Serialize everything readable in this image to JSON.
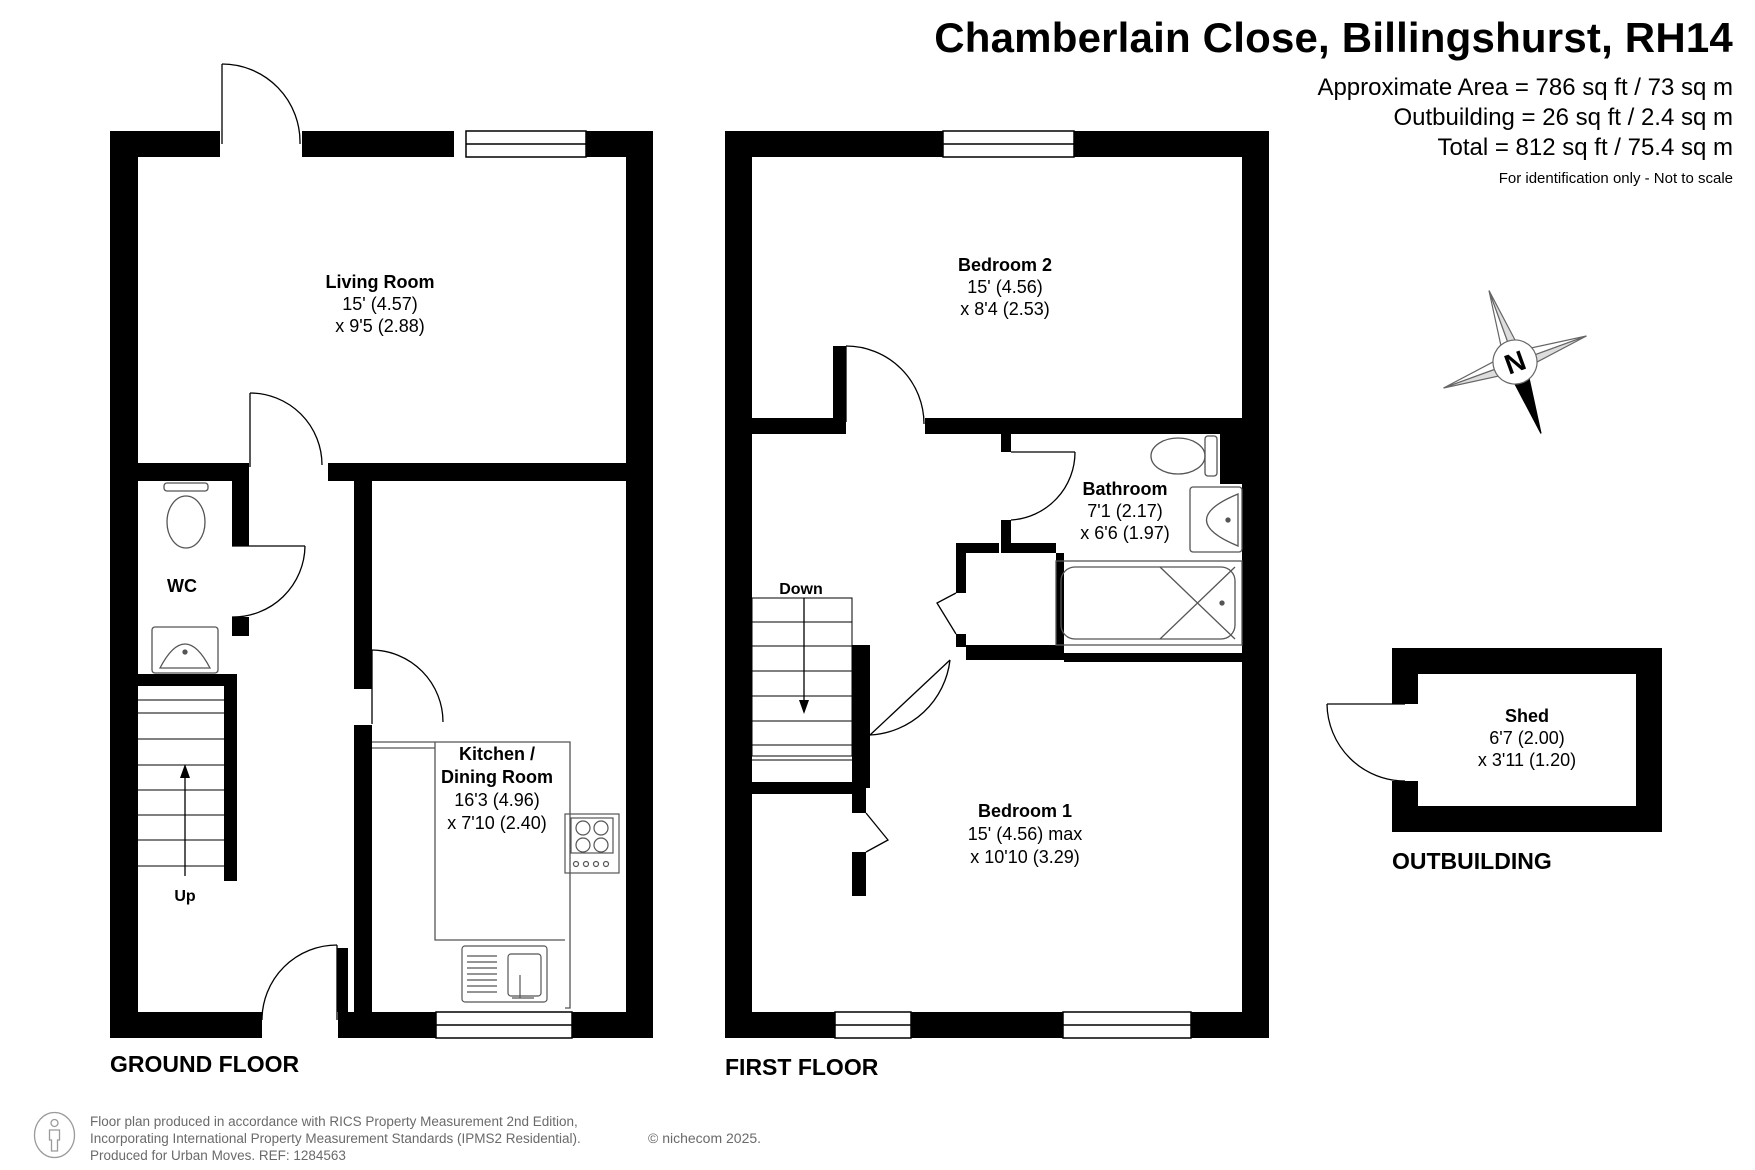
{
  "header": {
    "title": "Chamberlain Close, Billingshurst, RH14",
    "area_approx": "Approximate Area = 786 sq ft / 73 sq m",
    "area_outbuilding": "Outbuilding = 26 sq ft / 2.4 sq m",
    "area_total": "Total = 812 sq ft / 75.4 sq m",
    "disclaimer": "For identification only - Not to scale"
  },
  "floors": {
    "ground": "GROUND FLOOR",
    "first": "FIRST FLOOR",
    "outbuilding": "OUTBUILDING"
  },
  "rooms": {
    "living": {
      "name": "Living Room",
      "dim1": "15' (4.57)",
      "dim2": "x 9'5 (2.88)"
    },
    "wc": {
      "name": "WC"
    },
    "kitchen": {
      "name1": "Kitchen /",
      "name2": "Dining Room",
      "dim1": "16'3 (4.96)",
      "dim2": "x 7'10 (2.40)"
    },
    "bedroom2": {
      "name": "Bedroom 2",
      "dim1": "15' (4.56)",
      "dim2": "x 8'4 (2.53)"
    },
    "bathroom": {
      "name": "Bathroom",
      "dim1": "7'1 (2.17)",
      "dim2": "x 6'6 (1.97)"
    },
    "bedroom1": {
      "name": "Bedroom 1",
      "dim1": "15' (4.56) max",
      "dim2": "x 10'10 (3.29)"
    },
    "shed": {
      "name": "Shed",
      "dim1": "6'7 (2.00)",
      "dim2": "x 3'11 (1.20)"
    }
  },
  "stairs": {
    "up": "Up",
    "down": "Down"
  },
  "compass": {
    "letter": "N"
  },
  "footer": {
    "line1": "Floor plan produced in accordance with RICS Property Measurement 2nd Edition,",
    "line2": "Incorporating International Property Measurement Standards (IPMS2 Residential).",
    "line3": "Produced for Urban Moves.   REF:  1284563",
    "copyright": "© nichecom 2025."
  },
  "colors": {
    "wall": "#000000",
    "fixture": "#555555",
    "footer_text": "#6a6a6a"
  }
}
